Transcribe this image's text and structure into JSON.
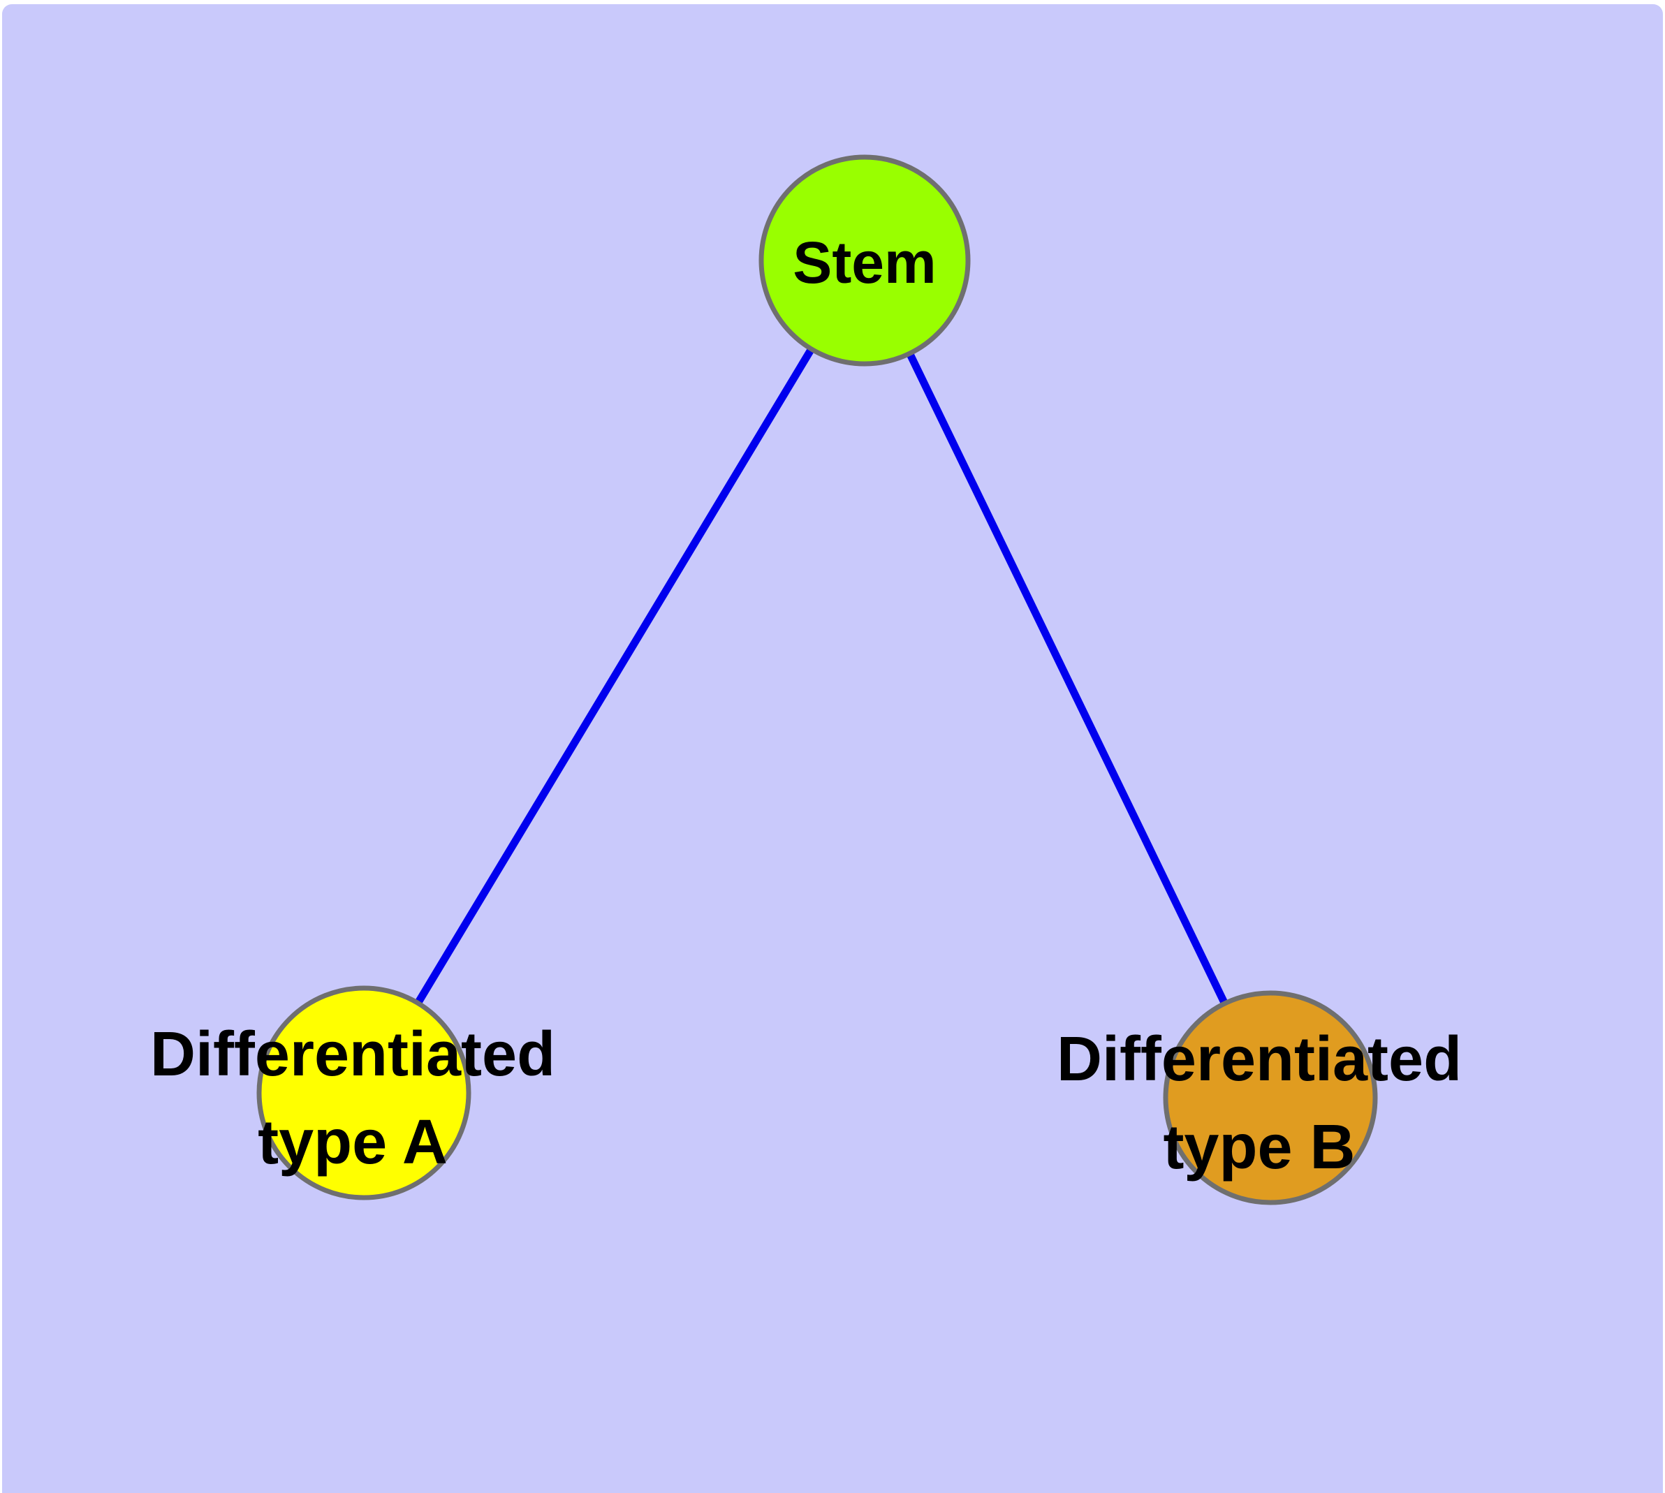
{
  "canvas": {
    "background_color": "#FFFFFF",
    "panel_color": "#C9C9FB"
  },
  "edges": {
    "color": "#0000EE",
    "list": [
      {
        "from": "stem",
        "to": "type_a"
      },
      {
        "from": "stem",
        "to": "type_b"
      }
    ]
  },
  "nodes": {
    "stem": {
      "label": "Stem",
      "fill": "#99FF00",
      "stroke": "#6F6F6F"
    },
    "type_a": {
      "label_line1": "Differentiated",
      "label_line2": "type A",
      "fill": "#FFFF00",
      "stroke": "#6F6F6F"
    },
    "type_b": {
      "label_line1": "Differentiated",
      "label_line2": "type B",
      "fill": "#E09C20",
      "stroke": "#6F6F6F"
    }
  }
}
